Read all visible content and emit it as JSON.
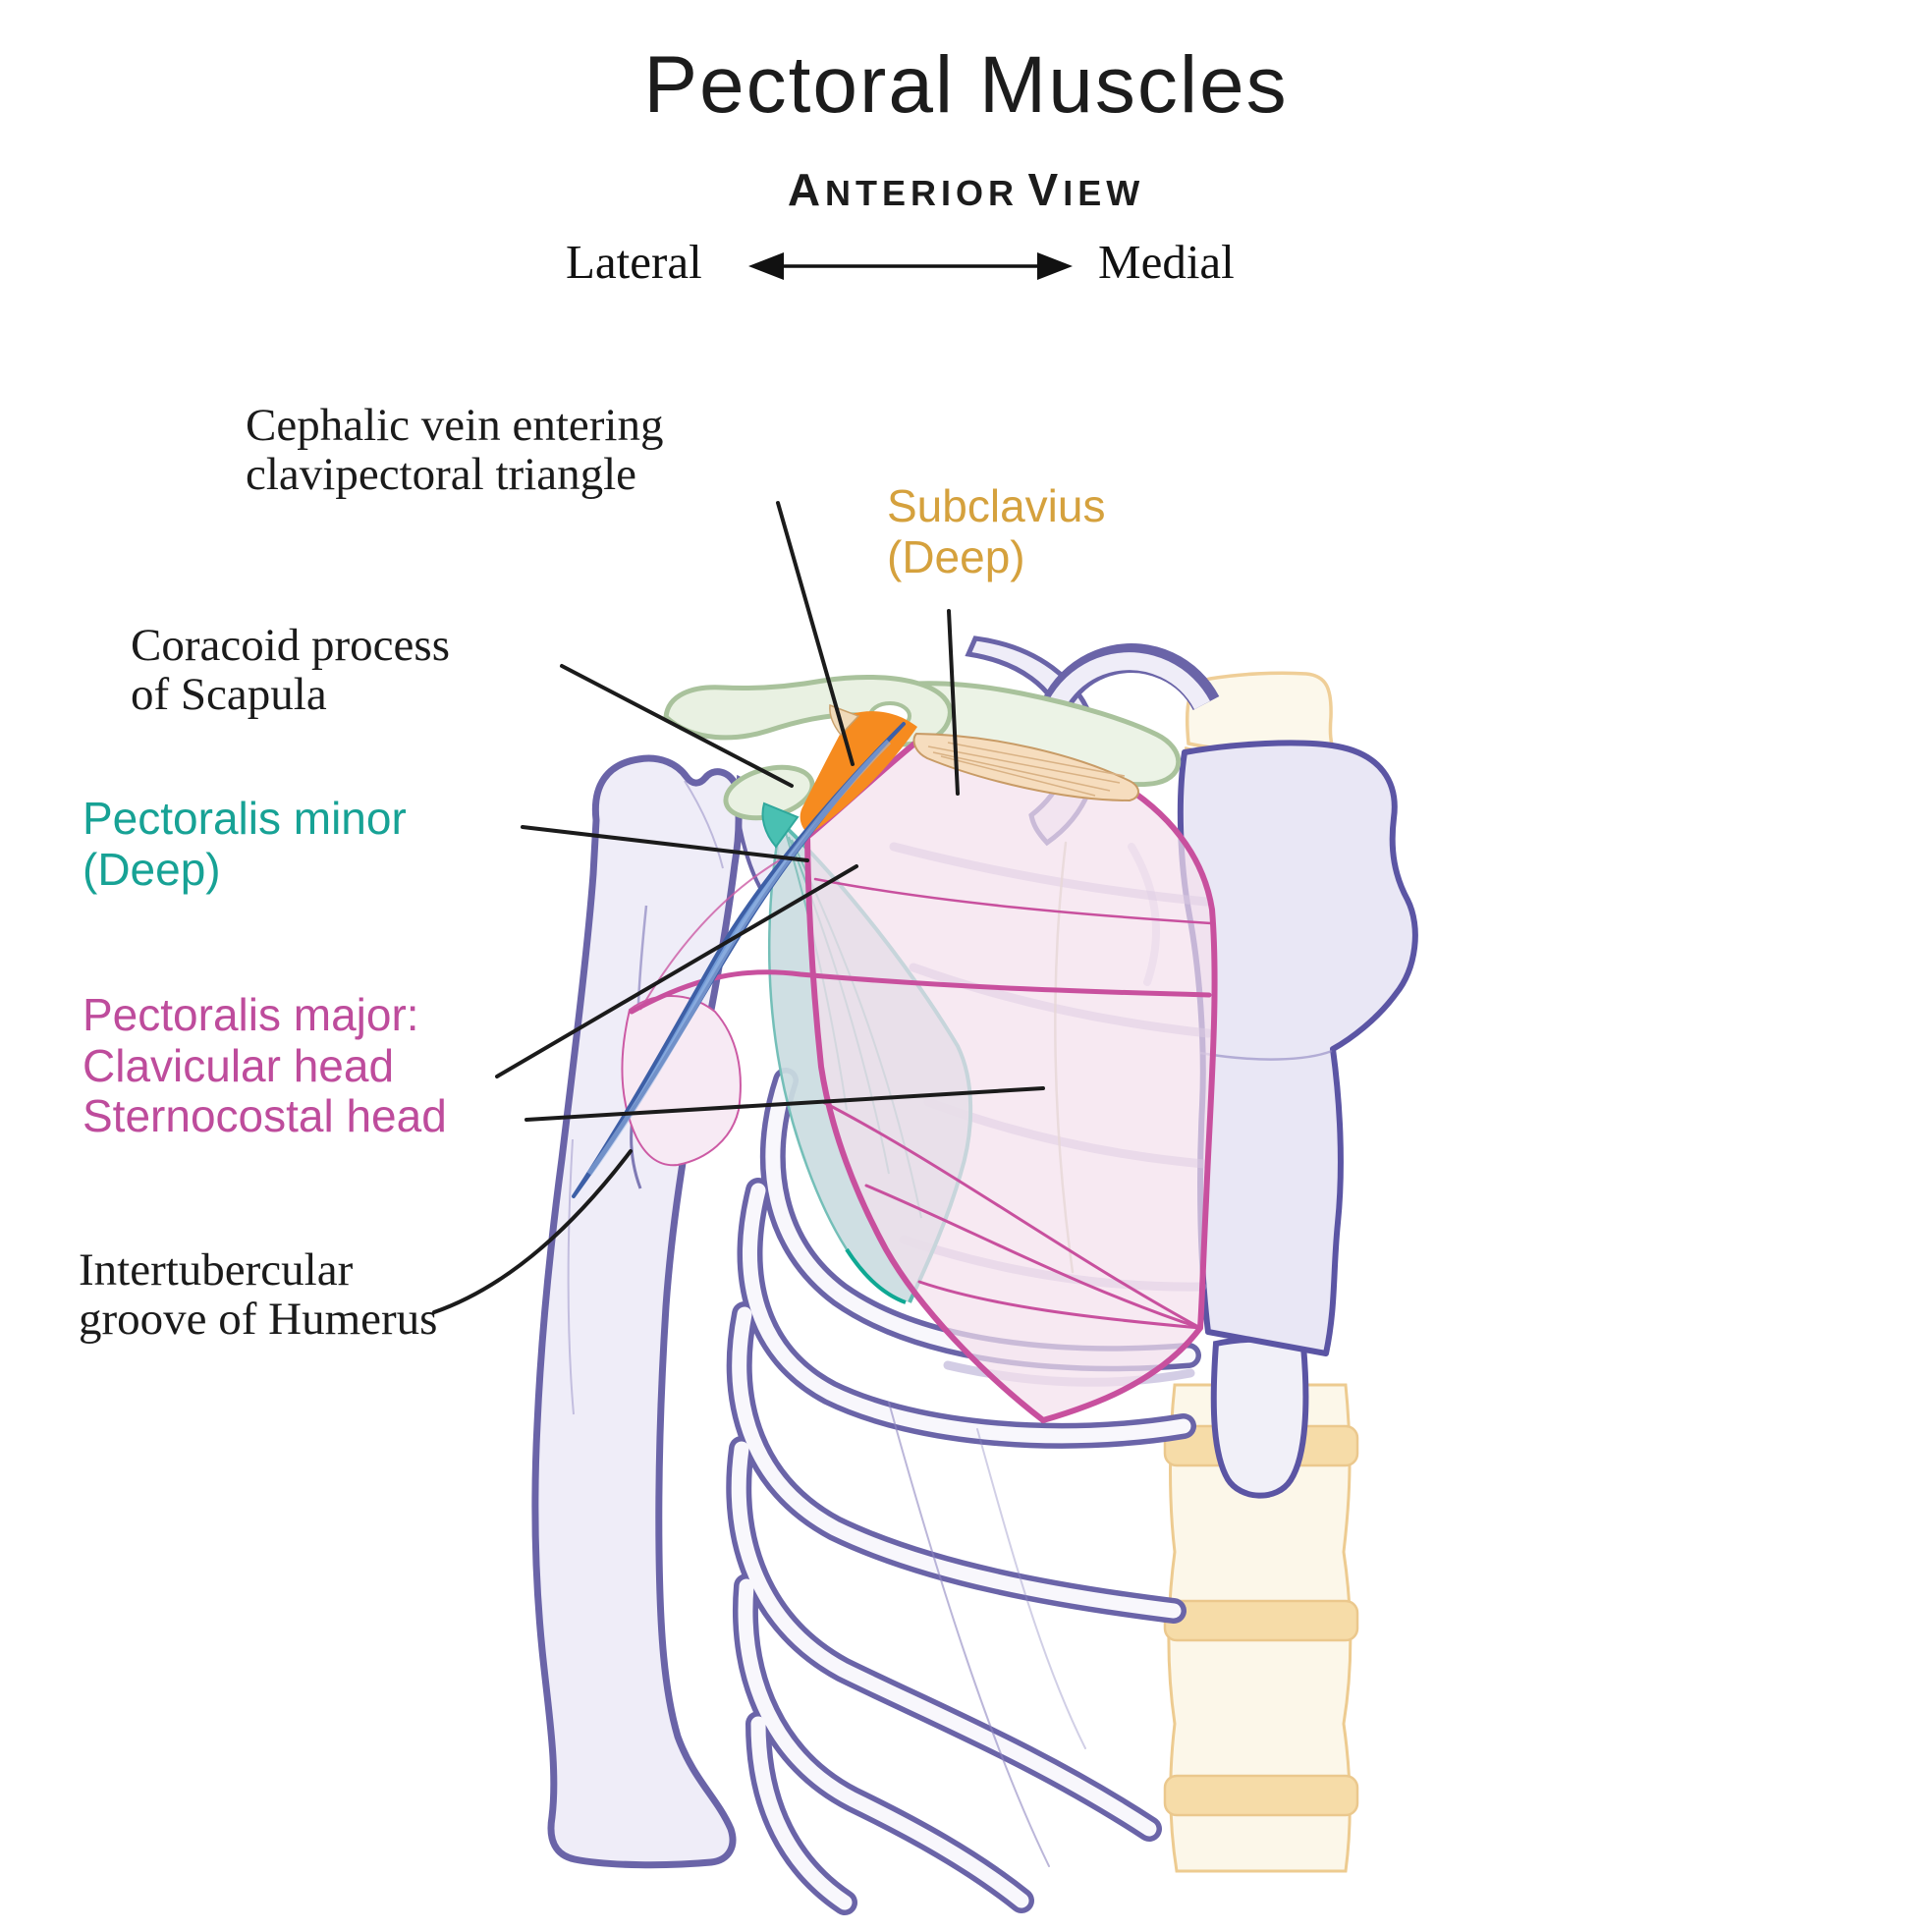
{
  "title": "Pectoral Muscles",
  "subtitle": "Anterior View",
  "subtitle_parts": {
    "a1": "A",
    "r1": "NTERIOR",
    "a2": "V",
    "r2": "IEW"
  },
  "orientation": {
    "lateral": "Lateral",
    "medial": "Medial"
  },
  "labels": {
    "cephalic_vein": {
      "line1": "Cephalic vein entering",
      "line2": "clavipectoral triangle",
      "color": "#1b1b1b"
    },
    "subclavius": {
      "line1": "Subclavius",
      "line2": "(Deep)",
      "color": "#D5A13D"
    },
    "coracoid_process": {
      "line1": "Coracoid process",
      "line2": "of Scapula",
      "color": "#1b1b1b"
    },
    "pectoralis_minor": {
      "line1": "Pectoralis minor",
      "line2": "(Deep)",
      "color": "#17A295"
    },
    "pectoralis_major": {
      "line1": "Pectoralis major:",
      "line2": "Clavicular head",
      "line3": "Sternocostal head",
      "color": "#BE4C9C"
    },
    "intertubercular_groove": {
      "line1": "Intertubercular",
      "line2": "groove of Humerus",
      "color": "#1b1b1b"
    }
  },
  "structures": [
    {
      "name": "humerus",
      "fill": "#EFEDF8",
      "outline": "#6A64A8"
    },
    {
      "name": "clavicle",
      "fill": "#ECF3E6",
      "outline": "#A9C29C"
    },
    {
      "name": "acromion-and-coracoid-process-of-scapula",
      "fill": "#E9F1E2",
      "outline": "#A9C29C"
    },
    {
      "name": "rib-cage",
      "fill": "#F8F7FC",
      "outline": "#6A64A8"
    },
    {
      "name": "sternum",
      "fill": "#E9E7F5",
      "outline": "#5B55A4"
    },
    {
      "name": "xiphoid-process",
      "fill": "#F1F0F8",
      "outline": "#5B55A4"
    },
    {
      "name": "vertebral-column",
      "fill": "#FCF7E9",
      "outline": "#EDCB90"
    },
    {
      "name": "intervertebral-discs",
      "fill": "#F6DCA8",
      "outline": "#EBC88D"
    },
    {
      "name": "pectoralis-major",
      "fill": "#F3DFED",
      "outline": "#C8509E"
    },
    {
      "name": "pectoralis-minor",
      "fill": "#CBDCE1",
      "outline": "#5FBCB2"
    },
    {
      "name": "subclavius-muscle",
      "fill": "#F6DDBE",
      "outline": "#C89B66"
    },
    {
      "name": "cephalic-vein",
      "fill": "#7099D6",
      "outline": "#3D5FA6"
    },
    {
      "name": "tendon-highlight",
      "fill": "#F68B1F",
      "outline": "#F68B1F"
    }
  ],
  "colors": {
    "background": "#FFFFFF",
    "ink": "#1b1b1b",
    "leader_line": "#1b1b1b",
    "label_gold": "#D5A13D",
    "label_teal": "#17A295",
    "label_magenta": "#BE4C9C"
  }
}
